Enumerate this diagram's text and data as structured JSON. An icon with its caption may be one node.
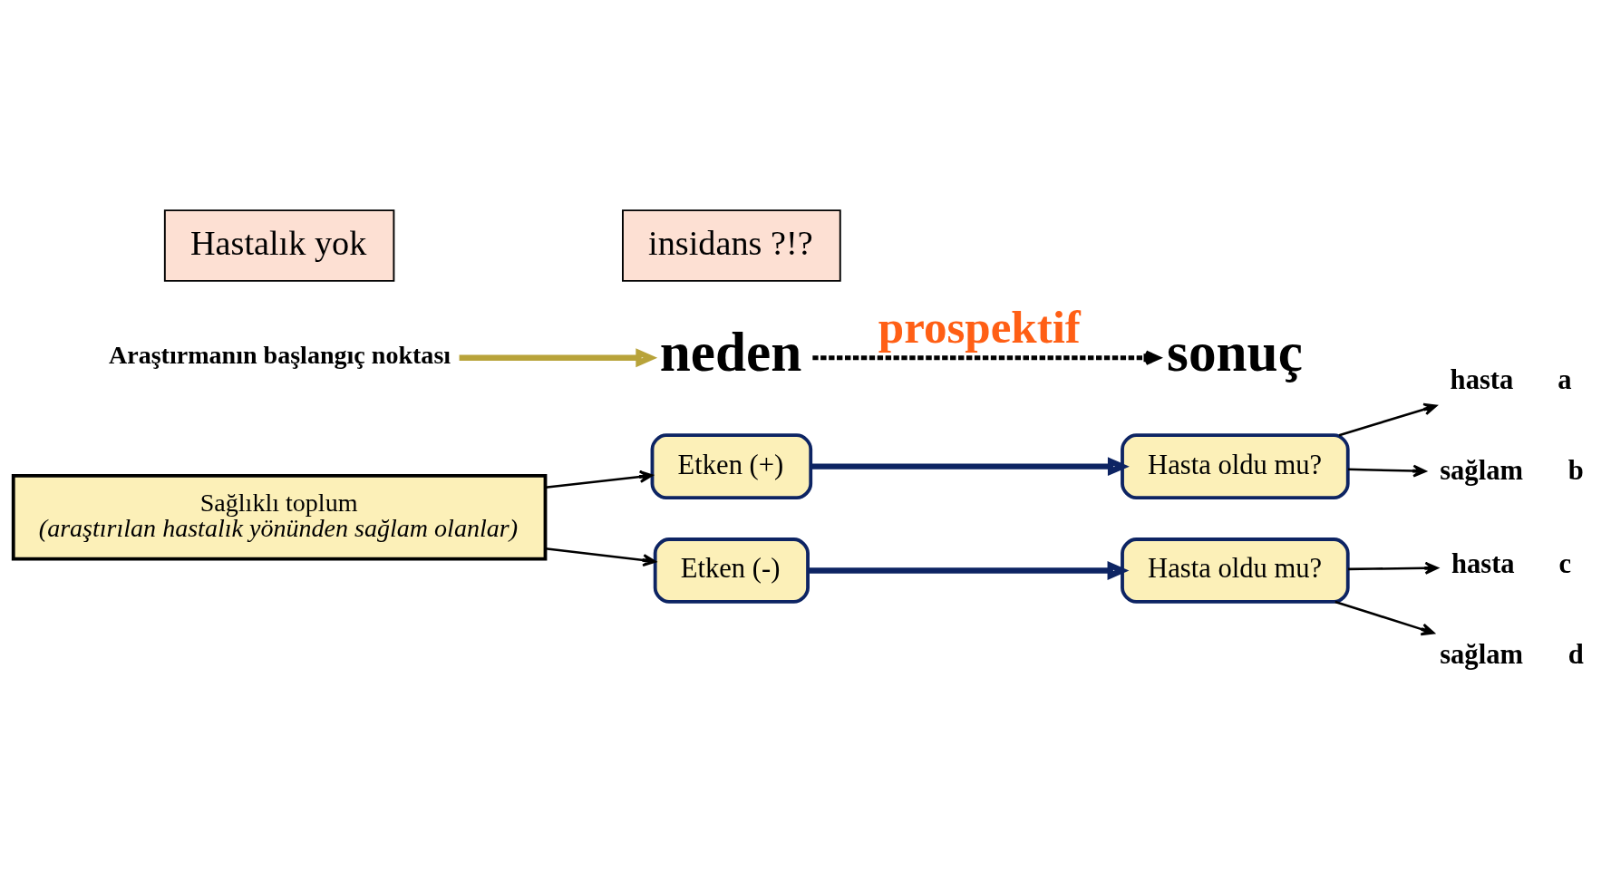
{
  "diagram": {
    "nodes": [
      {
        "text": [
          "Sağlıklı toplum",
          "(araştırılan hastalık yönünden sağlam olanlar)"
        ]
      },
      {
        "text": [
          "neden"
        ]
      },
      {
        "text": [
          "sonuç"
        ]
      },
      {
        "text": [
          "Etken (+)"
        ]
      },
      {
        "text": [
          "Etken (-)"
        ]
      },
      {
        "text": [
          "Hasta oldu mu?"
        ]
      },
      {
        "text": [
          "Hasta oldu mu?"
        ]
      },
      {
        "text": [
          "hasta"
        ],
        "beside": [
          "a"
        ]
      },
      {
        "text": [
          "sağlam"
        ],
        "beside": [
          "b"
        ]
      },
      {
        "text": [
          "hasta"
        ],
        "beside": [
          "c"
        ]
      },
      {
        "text": [
          "sağlam"
        ],
        "beside": [
          "d"
        ]
      },
      {
        "text": [
          "Araştırmanın başlangıç noktası"
        ]
      },
      {
        "text": [
          "Hastalık yok"
        ]
      },
      {
        "text": [
          "insidans ?!?"
        ]
      }
    ],
    "edges": [
      {
        "from": 1,
        "to": 2,
        "arrow": "to",
        "label": "prospektif",
        "style": "dashed"
      },
      {
        "from": 0,
        "to": 3,
        "arrow": "to"
      },
      {
        "from": 0,
        "to": 4,
        "arrow": "to"
      },
      {
        "from": 3,
        "to": 5,
        "arrow": "to",
        "style": "thick",
        "color": "#0d2463"
      },
      {
        "from": 4,
        "to": 6,
        "arrow": "to",
        "style": "thick",
        "color": "#0d2463"
      },
      {
        "from": 5,
        "to": 7,
        "arrow": "to"
      },
      {
        "from": 5,
        "to": 8,
        "arrow": "to"
      },
      {
        "from": 6,
        "to": 9,
        "arrow": "to"
      },
      {
        "from": 6,
        "to": 10,
        "arrow": "to"
      },
      {
        "from": 11,
        "to": 1,
        "arrow": "to",
        "style": "thick",
        "color": "#b8a33a"
      }
    ]
  }
}
